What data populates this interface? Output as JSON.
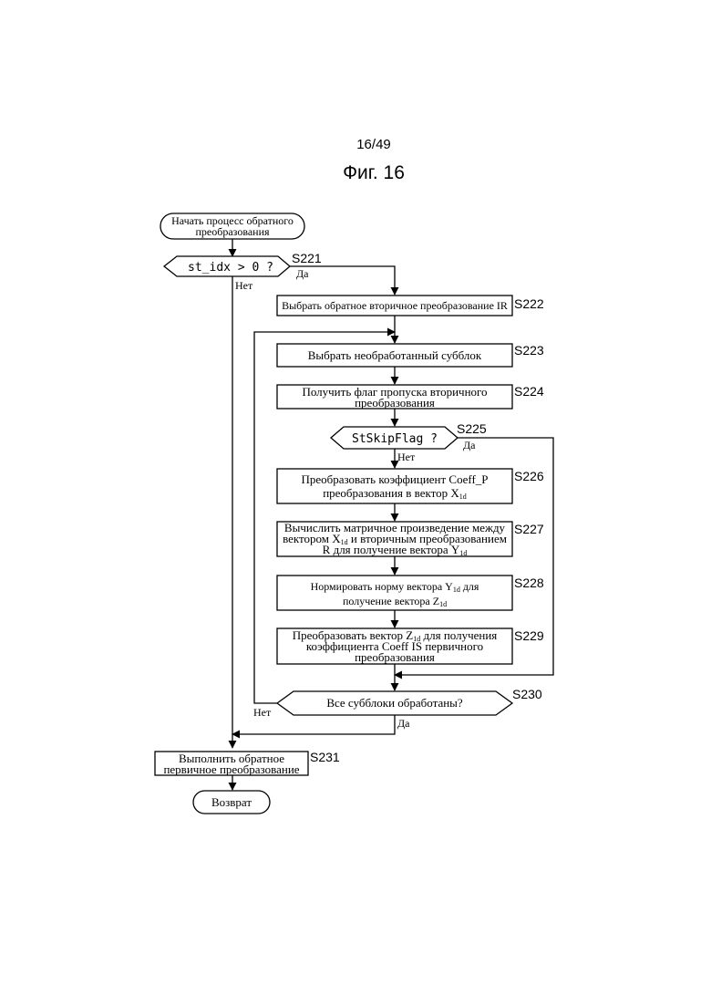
{
  "header": {
    "page_number": "16/49",
    "figure_title": "Фиг. 16"
  },
  "flowchart": {
    "start": {
      "line1": "Начать процесс обратного",
      "line2": "преобразования"
    },
    "d221": {
      "text": "st_idx > 0 ?",
      "step": "S221",
      "yes": "Да",
      "no": "Нет"
    },
    "s222": {
      "text": "Выбрать обратное вторичное преобразование IR",
      "step": "S222"
    },
    "s223": {
      "text": "Выбрать необработанный субблок",
      "step": "S223"
    },
    "s224": {
      "line1": "Получить флаг пропуска вторичного",
      "line2": "преобразования",
      "step": "S224"
    },
    "d225": {
      "text": "StSkipFlag ?",
      "step": "S225",
      "yes": "Да",
      "no": "Нет"
    },
    "s226": {
      "line1": "Преобразовать коэффициент Coeff_P",
      "line2": "преобразования в вектор X",
      "sub": "1d",
      "step": "S226"
    },
    "s227": {
      "line1": "Вычислить матричное произведение между",
      "line2a": "вектором X",
      "sub1": "1d",
      "line2b": " и вторичным преобразованием",
      "line3a": "R для получение вектора Y",
      "sub2": "1d",
      "step": "S227"
    },
    "s228": {
      "line1a": "Нормировать норму вектора Y",
      "sub1": "1d",
      "line1b": " для",
      "line2a": "получение вектора Z",
      "sub2": "1d",
      "step": "S228"
    },
    "s229": {
      "line1a": "Преобразовать вектор Z",
      "sub": "1d",
      "line1b": " для получения",
      "line2": "коэффициента Coeff IS первичного",
      "line3": "преобразования",
      "step": "S229"
    },
    "d230": {
      "text": "Все субблоки обработаны?",
      "step": "S230",
      "yes": "Да",
      "no": "Нет"
    },
    "s231": {
      "line1": "Выполнить обратное",
      "line2": "первичное преобразование",
      "step": "S231"
    },
    "end": {
      "text": "Возврат"
    }
  }
}
